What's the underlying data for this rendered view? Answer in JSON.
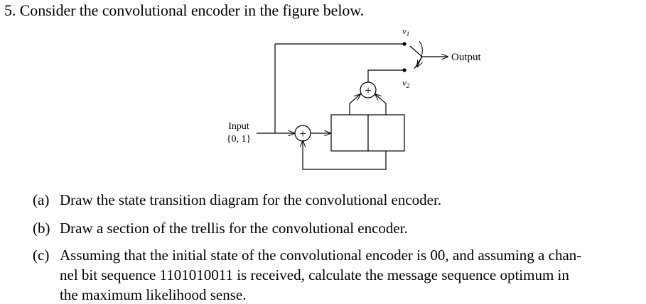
{
  "problem": {
    "number": "5.",
    "heading": "Consider the convolutional encoder in the figure below."
  },
  "diagram": {
    "input_label": "Input",
    "input_set": "{0, 1}",
    "output_label": "Output",
    "v1_label": "v",
    "v1_sub": "1",
    "v2_label": "v",
    "v2_sub": "2",
    "adder_symbol": "+"
  },
  "parts": [
    {
      "label": "(a)",
      "lines": [
        "Draw the state transition diagram for the convolutional encoder."
      ]
    },
    {
      "label": "(b)",
      "lines": [
        "Draw a section of the trellis for the convolutional encoder."
      ]
    },
    {
      "label": "(c)",
      "lines": [
        "Assuming that the initial state of the convolutional encoder is 00, and assuming a chan-",
        "nel bit sequence 1101010011 is received, calculate the message sequence optimum in",
        "the maximum likelihood sense."
      ]
    }
  ]
}
